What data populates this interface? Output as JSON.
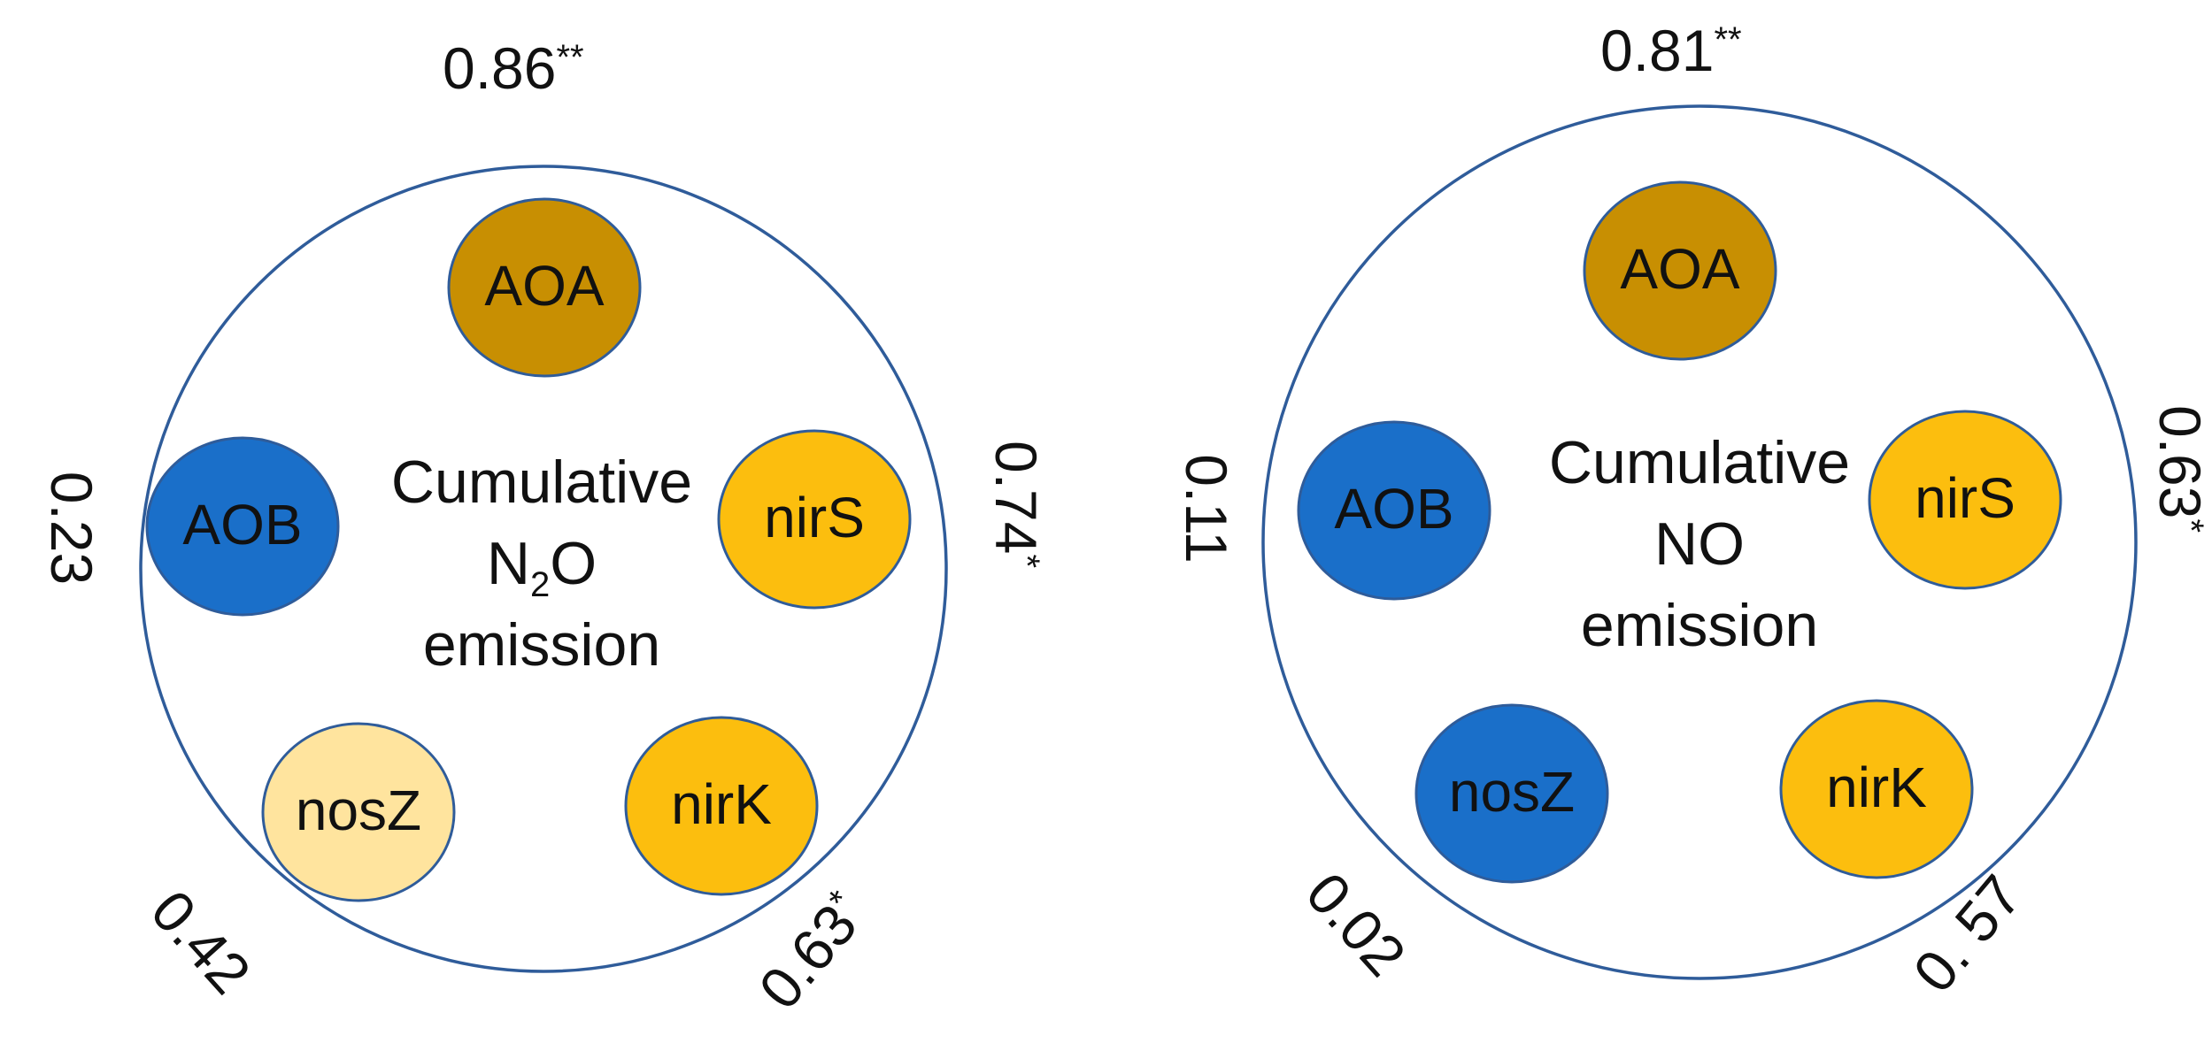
{
  "colors": {
    "aoa": "#c88f02",
    "aob": "#1a6fc9",
    "nir": "#fcbe0e",
    "nosz_light": "#ffe49e",
    "nosz_dark": "#1a6fc9",
    "outline": "#2f5c9a"
  },
  "panels": [
    {
      "center": {
        "line1": "Cumulative",
        "line2_base": "N",
        "line2_sub": "2",
        "line2_end": "O",
        "line3": "emission"
      },
      "nodes": {
        "aoa": "AOA",
        "aob": "AOB",
        "nirs": "nirS",
        "nirk": "nirK",
        "nosz": "nosZ"
      },
      "coefficients": {
        "aoa": {
          "value": "0.86",
          "sig": "**"
        },
        "aob": {
          "value": "0.23",
          "sig": ""
        },
        "nirs": {
          "value": "0.74",
          "sig": "*"
        },
        "nirk": {
          "value": "0.63",
          "sig": "*"
        },
        "nosz": {
          "value": "0.42",
          "sig": ""
        }
      }
    },
    {
      "center": {
        "line1": "Cumulative",
        "line2": "NO",
        "line3": "emission"
      },
      "nodes": {
        "aoa": "AOA",
        "aob": "AOB",
        "nirs": "nirS",
        "nirk": "nirK",
        "nosz": "nosZ"
      },
      "coefficients": {
        "aoa": {
          "value": "0.81",
          "sig": "**"
        },
        "aob": {
          "value": "0.11",
          "sig": ""
        },
        "nirs": {
          "value": "0.63",
          "sig": "*"
        },
        "nirk": {
          "value": "0. 57",
          "sig": ""
        },
        "nosz": {
          "value": "0.02",
          "sig": ""
        }
      }
    }
  ]
}
